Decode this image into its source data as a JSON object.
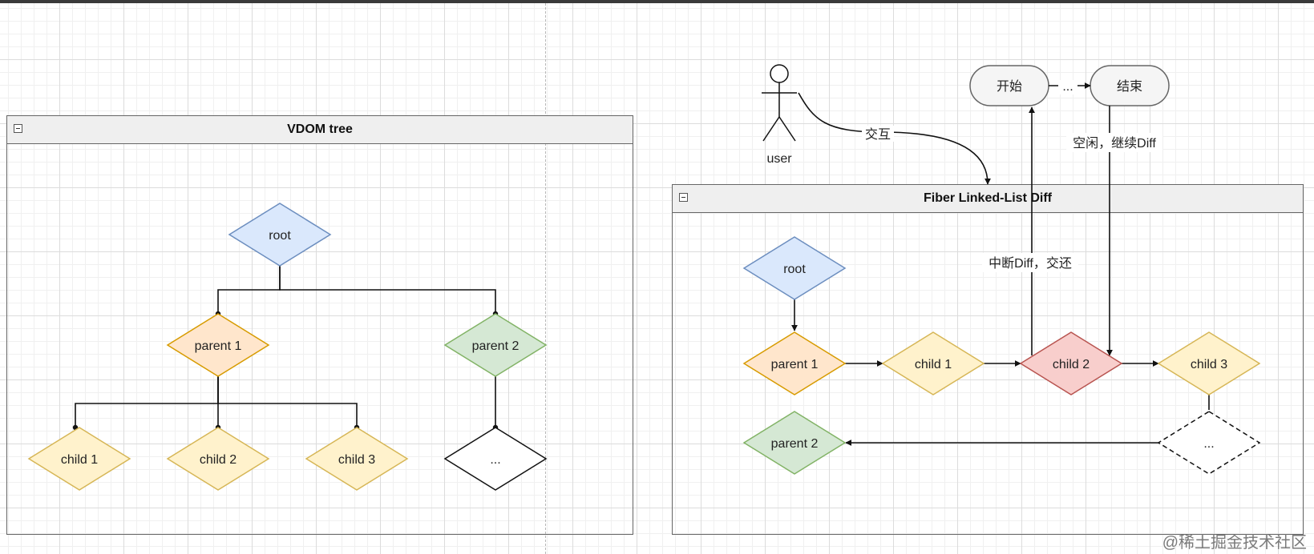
{
  "vdom": {
    "title": "VDOM tree",
    "root": "root",
    "parent1": "parent 1",
    "parent2": "parent 2",
    "child1": "child 1",
    "child2": "child 2",
    "child3": "child 3",
    "more": "..."
  },
  "fiber": {
    "title": "Fiber Linked-List Diff",
    "root": "root",
    "parent1": "parent 1",
    "child1": "child 1",
    "child2": "child 2",
    "child3": "child 3",
    "parent2": "parent 2",
    "more": "..."
  },
  "flow": {
    "actor": "user",
    "interact_label": "交互",
    "start": "开始",
    "end": "结束",
    "ellipsis": "...",
    "interrupt_label": "中断Diff，交还",
    "idle_label": "空闲，继续Diff"
  },
  "watermark": "@稀土掘金技术社区",
  "colors": {
    "root_fill": "#dae8fc",
    "root_stroke": "#6c8ebf",
    "parent1_fill": "#ffe6cc",
    "parent1_stroke": "#d79b00",
    "parent2_fill": "#d5e8d4",
    "parent2_stroke": "#82b366",
    "child_fill": "#fff2cc",
    "child_stroke": "#d6b656",
    "child2_highlight_fill": "#f8cecc",
    "child2_highlight_stroke": "#b85450",
    "terminator_fill": "#f5f5f5",
    "terminator_stroke": "#666666"
  }
}
